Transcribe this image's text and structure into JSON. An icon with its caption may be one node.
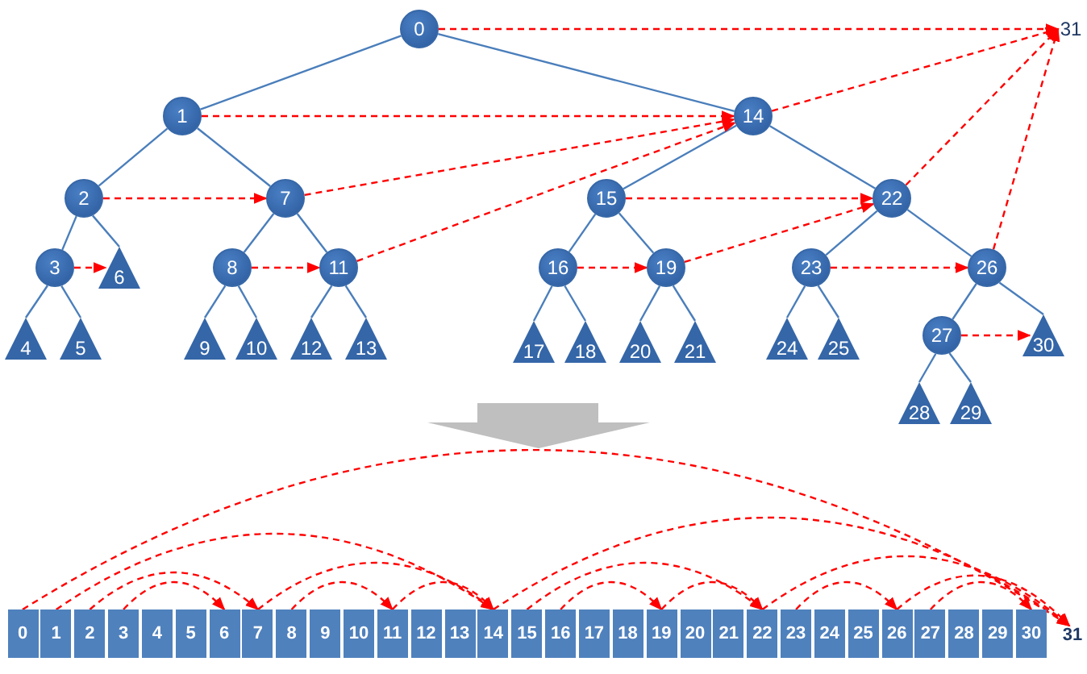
{
  "diagram": {
    "nodes": [
      {
        "text": [
          "0"
        ]
      },
      {
        "text": [
          "1"
        ]
      },
      {
        "text": [
          "2"
        ]
      },
      {
        "text": [
          "3"
        ]
      },
      {
        "text": [
          "4"
        ]
      },
      {
        "text": [
          "5"
        ]
      },
      {
        "text": [
          "6"
        ]
      },
      {
        "text": [
          "7"
        ]
      },
      {
        "text": [
          "8"
        ]
      },
      {
        "text": [
          "9"
        ]
      },
      {
        "text": [
          "10"
        ]
      },
      {
        "text": [
          "11"
        ]
      },
      {
        "text": [
          "12"
        ]
      },
      {
        "text": [
          "13"
        ]
      },
      {
        "text": [
          "14"
        ]
      },
      {
        "text": [
          "15"
        ]
      },
      {
        "text": [
          "16"
        ]
      },
      {
        "text": [
          "17"
        ]
      },
      {
        "text": [
          "18"
        ]
      },
      {
        "text": [
          "19"
        ]
      },
      {
        "text": [
          "20"
        ]
      },
      {
        "text": [
          "21"
        ]
      },
      {
        "text": [
          "22"
        ]
      },
      {
        "text": [
          "23"
        ]
      },
      {
        "text": [
          "24"
        ]
      },
      {
        "text": [
          "25"
        ]
      },
      {
        "text": [
          "26"
        ]
      },
      {
        "text": [
          "27"
        ]
      },
      {
        "text": [
          "28"
        ]
      },
      {
        "text": [
          "29"
        ]
      },
      {
        "text": [
          "30"
        ]
      },
      {
        "text": [
          "31"
        ]
      },
      {
        "text": [
          "0"
        ]
      },
      {
        "text": [
          "1"
        ]
      },
      {
        "text": [
          "2"
        ]
      },
      {
        "text": [
          "3"
        ]
      },
      {
        "text": [
          "4"
        ]
      },
      {
        "text": [
          "5"
        ]
      },
      {
        "text": [
          "6"
        ]
      },
      {
        "text": [
          "7"
        ]
      },
      {
        "text": [
          "8"
        ]
      },
      {
        "text": [
          "9"
        ]
      },
      {
        "text": [
          "10"
        ]
      },
      {
        "text": [
          "11"
        ]
      },
      {
        "text": [
          "12"
        ]
      },
      {
        "text": [
          "13"
        ]
      },
      {
        "text": [
          "14"
        ]
      },
      {
        "text": [
          "15"
        ]
      },
      {
        "text": [
          "16"
        ]
      },
      {
        "text": [
          "17"
        ]
      },
      {
        "text": [
          "18"
        ]
      },
      {
        "text": [
          "19"
        ]
      },
      {
        "text": [
          "20"
        ]
      },
      {
        "text": [
          "21"
        ]
      },
      {
        "text": [
          "22"
        ]
      },
      {
        "text": [
          "23"
        ]
      },
      {
        "text": [
          "24"
        ]
      },
      {
        "text": [
          "25"
        ]
      },
      {
        "text": [
          "26"
        ]
      },
      {
        "text": [
          "27"
        ]
      },
      {
        "text": [
          "28"
        ]
      },
      {
        "text": [
          "29"
        ]
      },
      {
        "text": [
          "30"
        ]
      },
      {
        "text": [
          "31"
        ]
      }
    ],
    "edges": [
      {
        "from": 0,
        "to": 1,
        "arrow": "none"
      },
      {
        "from": 0,
        "to": 14,
        "arrow": "none"
      },
      {
        "from": 1,
        "to": 2,
        "arrow": "none"
      },
      {
        "from": 1,
        "to": 7,
        "arrow": "none"
      },
      {
        "from": 2,
        "to": 3,
        "arrow": "none"
      },
      {
        "from": 2,
        "to": 6,
        "arrow": "none"
      },
      {
        "from": 3,
        "to": 4,
        "arrow": "none"
      },
      {
        "from": 3,
        "to": 5,
        "arrow": "none"
      },
      {
        "from": 7,
        "to": 8,
        "arrow": "none"
      },
      {
        "from": 7,
        "to": 11,
        "arrow": "none"
      },
      {
        "from": 8,
        "to": 9,
        "arrow": "none"
      },
      {
        "from": 8,
        "to": 10,
        "arrow": "none"
      },
      {
        "from": 11,
        "to": 12,
        "arrow": "none"
      },
      {
        "from": 11,
        "to": 13,
        "arrow": "none"
      },
      {
        "from": 14,
        "to": 15,
        "arrow": "none"
      },
      {
        "from": 14,
        "to": 22,
        "arrow": "none"
      },
      {
        "from": 15,
        "to": 16,
        "arrow": "none"
      },
      {
        "from": 15,
        "to": 19,
        "arrow": "none"
      },
      {
        "from": 16,
        "to": 17,
        "arrow": "none"
      },
      {
        "from": 16,
        "to": 18,
        "arrow": "none"
      },
      {
        "from": 19,
        "to": 20,
        "arrow": "none"
      },
      {
        "from": 19,
        "to": 21,
        "arrow": "none"
      },
      {
        "from": 22,
        "to": 23,
        "arrow": "none"
      },
      {
        "from": 22,
        "to": 26,
        "arrow": "none"
      },
      {
        "from": 23,
        "to": 24,
        "arrow": "none"
      },
      {
        "from": 23,
        "to": 25,
        "arrow": "none"
      },
      {
        "from": 26,
        "to": 27,
        "arrow": "none"
      },
      {
        "from": 26,
        "to": 30,
        "arrow": "none"
      },
      {
        "from": 27,
        "to": 28,
        "arrow": "none"
      },
      {
        "from": 27,
        "to": 29,
        "arrow": "none"
      },
      {
        "from": 0,
        "to": 31,
        "arrow": "to",
        "style": "dashed",
        "color": "#ff0000"
      },
      {
        "from": 1,
        "to": 14,
        "arrow": "to",
        "style": "dashed",
        "color": "#ff0000"
      },
      {
        "from": 2,
        "to": 7,
        "arrow": "to",
        "style": "dashed",
        "color": "#ff0000"
      },
      {
        "from": 3,
        "to": 6,
        "arrow": "to",
        "style": "dashed",
        "color": "#ff0000"
      },
      {
        "from": 7,
        "to": 14,
        "arrow": "to",
        "style": "dashed",
        "color": "#ff0000"
      },
      {
        "from": 8,
        "to": 11,
        "arrow": "to",
        "style": "dashed",
        "color": "#ff0000"
      },
      {
        "from": 11,
        "to": 14,
        "arrow": "to",
        "style": "dashed",
        "color": "#ff0000"
      },
      {
        "from": 14,
        "to": 31,
        "arrow": "to",
        "style": "dashed",
        "color": "#ff0000"
      },
      {
        "from": 15,
        "to": 22,
        "arrow": "to",
        "style": "dashed",
        "color": "#ff0000"
      },
      {
        "from": 16,
        "to": 19,
        "arrow": "to",
        "style": "dashed",
        "color": "#ff0000"
      },
      {
        "from": 19,
        "to": 22,
        "arrow": "to",
        "style": "dashed",
        "color": "#ff0000"
      },
      {
        "from": 22,
        "to": 31,
        "arrow": "to",
        "style": "dashed",
        "color": "#ff0000"
      },
      {
        "from": 23,
        "to": 26,
        "arrow": "to",
        "style": "dashed",
        "color": "#ff0000"
      },
      {
        "from": 26,
        "to": 31,
        "arrow": "to",
        "style": "dashed",
        "color": "#ff0000"
      },
      {
        "from": 27,
        "to": 30,
        "arrow": "to",
        "style": "dashed",
        "color": "#ff0000"
      },
      {
        "from": 32,
        "to": 63,
        "arrow": "to",
        "style": "dashed",
        "color": "#ff0000"
      },
      {
        "from": 33,
        "to": 46,
        "arrow": "to",
        "style": "dashed",
        "color": "#ff0000"
      },
      {
        "from": 34,
        "to": 39,
        "arrow": "to",
        "style": "dashed",
        "color": "#ff0000"
      },
      {
        "from": 35,
        "to": 38,
        "arrow": "to",
        "style": "dashed",
        "color": "#ff0000"
      },
      {
        "from": 39,
        "to": 46,
        "arrow": "to",
        "style": "dashed",
        "color": "#ff0000"
      },
      {
        "from": 40,
        "to": 43,
        "arrow": "to",
        "style": "dashed",
        "color": "#ff0000"
      },
      {
        "from": 43,
        "to": 46,
        "arrow": "to",
        "style": "dashed",
        "color": "#ff0000"
      },
      {
        "from": 46,
        "to": 63,
        "arrow": "to",
        "style": "dashed",
        "color": "#ff0000"
      },
      {
        "from": 47,
        "to": 54,
        "arrow": "to",
        "style": "dashed",
        "color": "#ff0000"
      },
      {
        "from": 48,
        "to": 51,
        "arrow": "to",
        "style": "dashed",
        "color": "#ff0000"
      },
      {
        "from": 51,
        "to": 54,
        "arrow": "to",
        "style": "dashed",
        "color": "#ff0000"
      },
      {
        "from": 54,
        "to": 63,
        "arrow": "to",
        "style": "dashed",
        "color": "#ff0000"
      },
      {
        "from": 55,
        "to": 58,
        "arrow": "to",
        "style": "dashed",
        "color": "#ff0000"
      },
      {
        "from": 58,
        "to": 63,
        "arrow": "to",
        "style": "dashed",
        "color": "#ff0000"
      },
      {
        "from": 59,
        "to": 62,
        "arrow": "to",
        "style": "dashed",
        "color": "#ff0000"
      }
    ]
  }
}
